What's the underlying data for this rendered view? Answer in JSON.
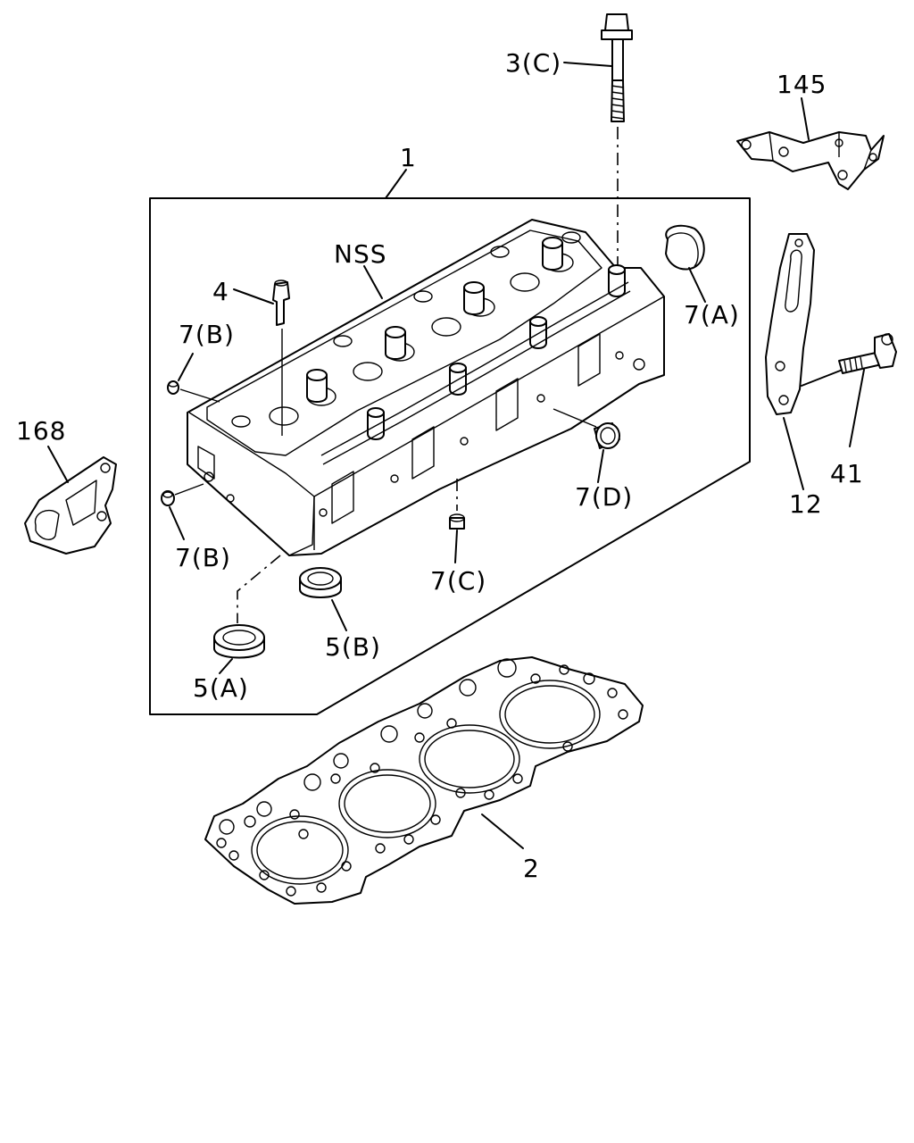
{
  "labels": {
    "p1": "1",
    "p2": "2",
    "p3c": "3(C)",
    "p4": "4",
    "p5a": "5(A)",
    "p5b": "5(B)",
    "p7a": "7(A)",
    "p7b_top": "7(B)",
    "p7b_bottom": "7(B)",
    "p7c": "7(C)",
    "p7d": "7(D)",
    "p12": "12",
    "p41": "41",
    "p145": "145",
    "p168": "168",
    "nss": "NSS"
  }
}
